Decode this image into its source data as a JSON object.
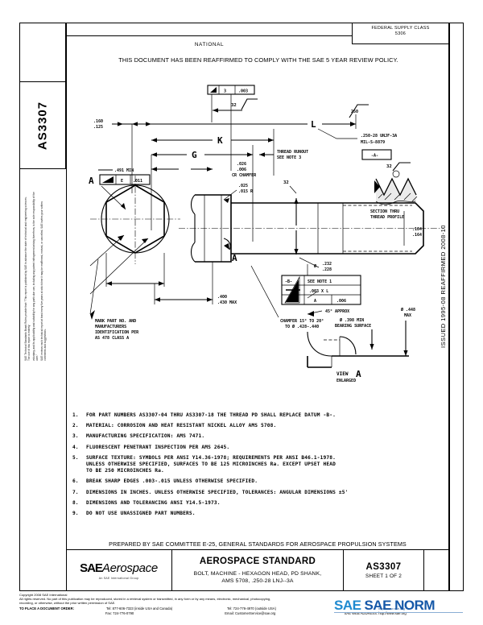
{
  "document": {
    "standard_code": "AS3307",
    "fsc_label": "FEDERAL SUPPLY CLASS",
    "fsc_value": "5306",
    "banner_national": "NATIONAL",
    "banner_reaffirm": "THIS DOCUMENT HAS BEEN REAFFIRMED TO COMPLY WITH THE SAE 5 YEAR REVIEW POLICY.",
    "issued_reaffirmed": "ISSUED 1995-08        REAFFIRMED 2008-10"
  },
  "title_block": {
    "prepared_by": "PREPARED BY SAE COMMITTEE E-25, GENERAL STANDARDS FOR AEROSPACE PROPULSION SYSTEMS",
    "logo_main": "SAE",
    "logo_italic": "Aerospace",
    "logo_sub": "An SAE International Group",
    "doc_type": "AEROSPACE STANDARD",
    "desc_line1": "BOLT, MACHINE - HEXAGON HEAD, PD SHANK,",
    "desc_line2": "AMS 5708, .250-28 LNJ--3A",
    "number": "AS3307",
    "sheet": "SHEET 1 OF 2"
  },
  "notes": [
    {
      "num": "1.",
      "text": "FOR PART NUMBERS AS3307-04 THRU AS3307-18 THE THREAD PD SHALL REPLACE DATUM -B-."
    },
    {
      "num": "2.",
      "text": "MATERIAL:  CORROSION AND HEAT RESISTANT NICKEL ALLOY AMS 5708."
    },
    {
      "num": "3.",
      "text": "MANUFACTURING SPECIFICATION:  AMS 7471."
    },
    {
      "num": "4.",
      "text": "FLUORESCENT PENETRANT INSPECTION PER AMS 2645."
    },
    {
      "num": "5.",
      "text": "SURFACE TEXTURE:  SYMBOLS PER ANSI Y14.36-1978;  REQUIREMENTS PER ANSI B46.1-1978.\nUNLESS OTHERWISE SPECIFIED, SURFACES TO BE 125 MICROINCHES Ra.  EXCEPT UPSET HEAD\nTO BE 250 MICROINCHES Ra."
    },
    {
      "num": "6.",
      "text": "BREAK SHARP EDGES .003-.015 UNLESS OTHERWISE SPECIFIED."
    },
    {
      "num": "7.",
      "text": "DIMENSIONS IN INCHES.  UNLESS OTHERWISE SPECIFIED, TOLERANCES:  ANGULAR DIMENSIONS ±5'"
    },
    {
      "num": "8.",
      "text": "DIMENSIONS AND TOLERANCING ANSI Y14.5-1973."
    },
    {
      "num": "9.",
      "text": "DO NOT USE UNASSIGNED PART NUMBERS."
    }
  ],
  "drawing": {
    "dim_top_frame": "3   .003",
    "dim_32_top": "32",
    "dim_160_125": ".160\n.125",
    "label_L": "L",
    "label_K": "K",
    "label_G": "G",
    "thread_runout": "THREAD RUNOUT\nSEE NOTE 3",
    "dim_250_leader": "250",
    "thread_spec_l1": ".250-28 UNJF-3A",
    "thread_spec_l2": "MIL-S-8879",
    "datum_a": "-A-",
    "cr_chamfer": ".026\n.006\nCR CHAMFER",
    "radius": ".025\n.015 R",
    "dim_32_mid": "32",
    "dia_shank": ".232\n.228",
    "dim_491_hex": ".491 MIN",
    "fcf_hex_val": ".011",
    "fcf_hex_datum": "E",
    "dim_400_430": ".400\n.430 MAX",
    "mark_note": "MARK PART NO. AND\nMANUFACTURERS\nIDENTIFICATION PER\nAS 478 CLASS A",
    "chamfer_note": "CHAMFER 15° TO 20°\nTO Ø .428-.440",
    "datum_b": "-B-",
    "see_note_1": "SEE NOTE 1",
    "fcf_b_val": ".003 X L",
    "fcf_a_val": ".006",
    "fcf_a_datum": "A",
    "angle_45": "45° APPROX",
    "bearing_surface": "Ø .398 MIN\nBEARING SURFACE",
    "dia_448": "Ø .448\nMAX",
    "view_a": "VIEW A",
    "view_a_sub": "ENLARGED",
    "section_thread": "SECTION THRU\nTHREAD PROFILE",
    "sect_32": "32",
    "label_A": "A",
    "dim_184_164": ".184\n.164",
    "hex_label": "A"
  },
  "footer": {
    "copyright": "Copyright 2008 SAE International",
    "rights_l1": "All rights reserved. No part of this publication may be reproduced, stored in a retrieval system or transmitted, in any form or by any means, electronic, mechanical, photocopying,",
    "rights_l2": "recording, or otherwise, without the prior written permission of SAE.",
    "order_label": "TO PLACE A DOCUMENT ORDER:",
    "order_tel1": "Tel: 877-606-7323 (inside USA and Canada)",
    "order_fax": "Fax: 724-776-0790",
    "order_tel2": "Tel: 724-776-4970 (outside USA)",
    "order_email": "Email: CustomerService@sae.org",
    "order_web": "SAE WEB ADDRESS: http://www.sae.org"
  },
  "legal_rotated": {
    "l1": "SAE Technical Standards Board Rules provide that: \"This report is published by SAE to advance the state of technical and engineering sciences. The use of this report is entirely",
    "l2": "voluntary, and its applicability and suitability for any particular use, including any patent infringement arising therefrom, is the sole responsibility of the user.\"",
    "l3": "SAE reviews each technical report at least every five years at which time it may be reaffirmed, revised, or cancelled. SAE invites your written comments and suggestions."
  },
  "watermark": {
    "part1": "SAE",
    "part2": "SAE NORM",
    "url": "http://www.sae.org"
  },
  "colors": {
    "ink": "#000000",
    "paper": "#ffffff",
    "watermark_blue": "#1f8ad0"
  }
}
